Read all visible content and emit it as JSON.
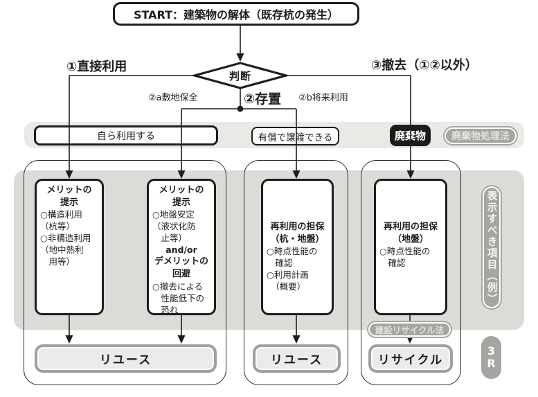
{
  "flow": {
    "start": "START：建築物の解体（既存杭の発生）",
    "decision": "判断",
    "branch1": "①直接利用",
    "branch2": "②存置",
    "branch2a": "②a敷地保全",
    "bran2b_note": "",
    "branch2b": "②b将来利用",
    "branch3": "③撤去（①②以外）"
  },
  "band": {
    "use_self": "自ら利用する",
    "sell": "有償で譲渡できる",
    "waste": "廃棄物",
    "waste_law": "廃棄物処理法"
  },
  "columns": [
    {
      "heading": "メリットの\n提示",
      "body": "○構造利用\n（杭等）\n○非構造利用\n（地中熱利\n　用等）"
    },
    {
      "heading": "メリットの\n提示",
      "body": "○地盤安定\n（液状化防\n　止等）",
      "connector": "and/or",
      "heading2": "デメリットの\n回避",
      "body2": "○撤去による\n　性能低下の\n　恐れ"
    },
    {
      "heading": "再利用の担保\n（杭・地盤）",
      "body": "○時点性能の\n　確認\n○利用計画\n　（概要）"
    },
    {
      "heading": "再利用の担保\n（地盤）",
      "body": "○時点性能の\n　確認"
    }
  ],
  "outcomes": {
    "reuse_left": "リユース",
    "reuse_mid": "リユース",
    "recycle": "リサイクル",
    "recycle_law": "建設リサイクル法"
  },
  "side": {
    "display_items": "表示すべき項目（例）",
    "three_r": "3\nR"
  },
  "colors": {
    "ink": "#1f1d1b",
    "band_bg": "#eae9e6",
    "panel_bg": "#dcdbd8",
    "pill_bg": "#a7a5a2",
    "waste_bg": "#1d1b19",
    "outcome_border": "#a2a09e",
    "outcome_bg": "#ecebe9"
  }
}
